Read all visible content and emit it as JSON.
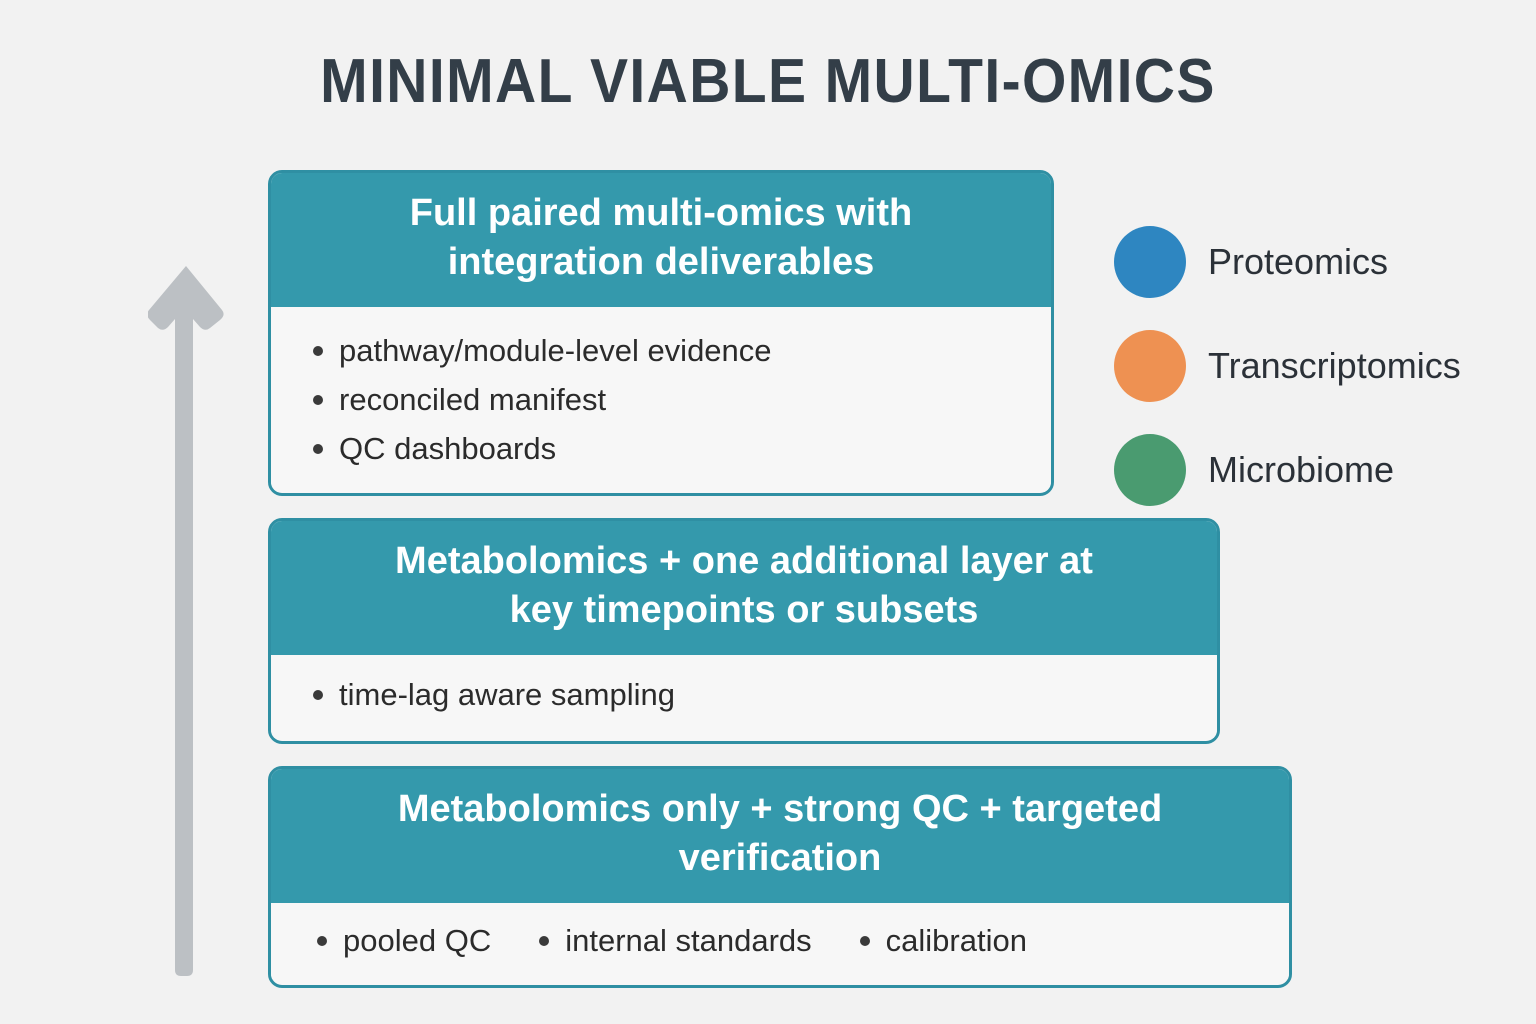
{
  "page": {
    "title": "MINIMAL VIABLE MULTI-OMICS",
    "background_color": "#f2f2f2",
    "title_color": "#333e48"
  },
  "arrow": {
    "name": "upward-progression-arrow",
    "direction": "up",
    "color": "#bcc0c4"
  },
  "tiers": [
    {
      "header_lines": [
        "Full paired multi-omics with",
        "integration deliverables"
      ],
      "bullets": [
        "pathway/module-level evidence",
        "reconciled manifest",
        "QC dashboards"
      ],
      "layout": "stacked"
    },
    {
      "header_lines": [
        "Metabolomics + one additional layer at",
        "key timepoints or subsets"
      ],
      "bullets": [
        "time-lag aware sampling"
      ],
      "layout": "stacked"
    },
    {
      "header_lines": [
        "Metabolomics only + strong QC + targeted",
        "verification"
      ],
      "bullets": [
        "pooled QC",
        "internal standards",
        "calibration"
      ],
      "layout": "inline"
    }
  ],
  "legend": {
    "items": [
      {
        "label": "Proteomics",
        "color": "#2e86c1"
      },
      {
        "label": "Transcriptomics",
        "color": "#ee9152"
      },
      {
        "label": "Microbiome",
        "color": "#4a9b70"
      }
    ]
  },
  "theme": {
    "card_header_bg": "#3499ac",
    "card_border": "#2f8fa3",
    "card_body_bg": "#f7f7f7",
    "bullet_text": "#2b2b2b"
  }
}
